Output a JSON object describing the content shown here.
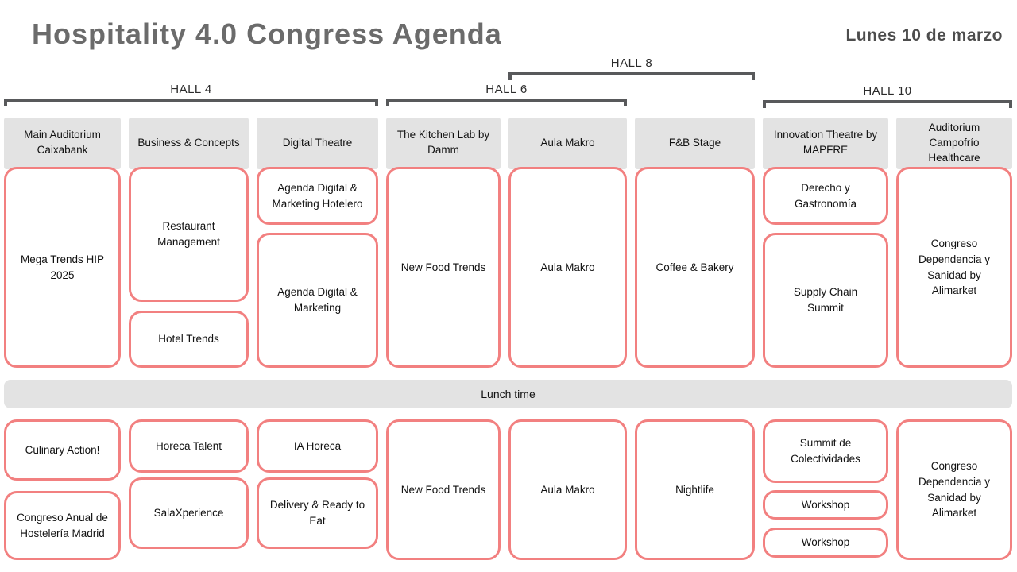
{
  "header": {
    "title": "Hospitality 4.0 Congress Agenda",
    "date": "Lunes 10 de marzo"
  },
  "halls": [
    {
      "label": "HALL 4"
    },
    {
      "label": "HALL 6"
    },
    {
      "label": "HALL 8"
    },
    {
      "label": "HALL 10"
    }
  ],
  "lunch": {
    "label": "Lunch time"
  },
  "columns": [
    {
      "header": "Main Auditorium Caixabank",
      "morning": [
        {
          "title": "Mega Trends HIP 2025"
        }
      ],
      "afternoon": [
        {
          "title": "Culinary Action!"
        },
        {
          "title": "Congreso Anual de Hostelería Madrid"
        }
      ]
    },
    {
      "header": "Business & Concepts",
      "morning": [
        {
          "title": "Restaurant Management"
        },
        {
          "title": "Hotel Trends"
        }
      ],
      "afternoon": [
        {
          "title": "Horeca Talent"
        },
        {
          "title": "SalaXperience"
        }
      ]
    },
    {
      "header": "Digital Theatre",
      "morning": [
        {
          "title": "Agenda Digital & Marketing Hotelero"
        },
        {
          "title": "Agenda Digital & Marketing"
        }
      ],
      "afternoon": [
        {
          "title": "IA Horeca"
        },
        {
          "title": "Delivery & Ready to Eat"
        }
      ]
    },
    {
      "header": "The Kitchen Lab by Damm",
      "morning": [
        {
          "title": "New Food Trends"
        }
      ],
      "afternoon": [
        {
          "title": "New Food Trends"
        }
      ]
    },
    {
      "header": "Aula Makro",
      "morning": [
        {
          "title": "Aula Makro"
        }
      ],
      "afternoon": [
        {
          "title": "Aula Makro"
        }
      ]
    },
    {
      "header": "F&B Stage",
      "morning": [
        {
          "title": "Coffee & Bakery"
        }
      ],
      "afternoon": [
        {
          "title": "Nightlife"
        }
      ]
    },
    {
      "header": "Innovation Theatre by MAPFRE",
      "morning": [
        {
          "title": "Derecho y Gastronomía"
        },
        {
          "title": "Supply Chain Summit"
        }
      ],
      "afternoon": [
        {
          "title": "Summit de Colectividades"
        },
        {
          "title": "Workshop"
        },
        {
          "title": "Workshop"
        }
      ]
    },
    {
      "header": "Auditorium Campofrío Healthcare",
      "morning": [
        {
          "title": "Congreso Dependencia y Sanidad by Alimarket"
        }
      ],
      "afternoon": [
        {
          "title": "Congreso Dependencia y Sanidad by Alimarket"
        }
      ]
    }
  ],
  "colors": {
    "card_border": "#f28080",
    "header_bg": "#e3e3e3",
    "title_text": "#6b6b6b",
    "bracket": "#58595b"
  }
}
